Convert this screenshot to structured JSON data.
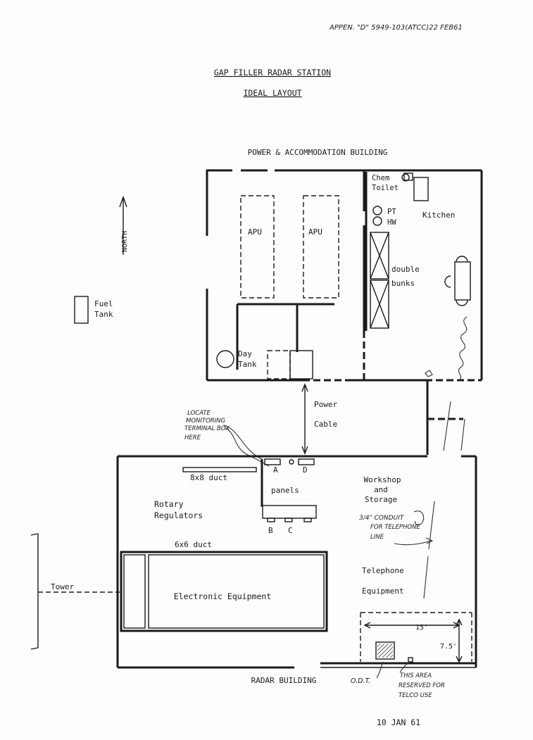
{
  "header": {
    "annotation": "APPEN. \"D\" 5949-103(ATCC)22 FEB61",
    "title": "GAP FILLER RADAR STATION",
    "subtitle": "IDEAL LAYOUT"
  },
  "north": "NORTH",
  "fuel_tank": {
    "line1": "Fuel",
    "line2": "Tank"
  },
  "power_building": {
    "label": "POWER & ACCOMMODATION BUILDING",
    "apu_left": "APU",
    "apu_right": "APU",
    "chem_toilet_1": "Chem",
    "chem_toilet_2": "Toilet",
    "pt": "PT",
    "hw": "HW",
    "kitchen": "Kitchen",
    "bunks_1": "double",
    "bunks_2": "bunks",
    "day_tank_1": "Day",
    "day_tank_2": "Tank"
  },
  "connector": {
    "power_1": "Power",
    "power_2": "Cable"
  },
  "notes": {
    "monitoring_1": "LOCATE",
    "monitoring_2": "MONITORING",
    "monitoring_3": "TERMINAL BOX",
    "monitoring_4": "HERE",
    "conduit_1": "3/4\" CONDUIT",
    "conduit_2": "FOR TELEPHONE",
    "conduit_3": "LINE",
    "reserved_1": "THIS AREA",
    "reserved_2": "RESERVED FOR",
    "reserved_3": "TELCO USE",
    "odt": "O.D.T.",
    "dim_15": "15'",
    "dim_75": "7.5'"
  },
  "radar_building": {
    "label": "RADAR BUILDING",
    "duct_8x8": "8x8 duct",
    "duct_6x6": "6x6 duct",
    "panel_a": "A",
    "panel_b": "B",
    "panel_c": "C",
    "panel_d": "D",
    "panels": "panels",
    "rotary_1": "Rotary",
    "rotary_2": "Regulators",
    "workshop_1": "Workshop",
    "workshop_2": "and",
    "workshop_3": "Storage",
    "telephone_1": "Telephone",
    "telephone_2": "Equipment",
    "electronic": "Electronic Equipment",
    "tower": "Tower"
  },
  "date": "10 JAN 61"
}
